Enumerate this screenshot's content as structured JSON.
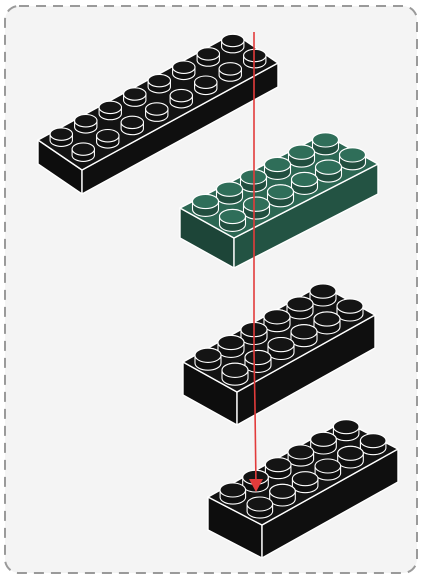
{
  "panel": {
    "background_color": "#f4f4f4",
    "border_color": "#9a9a9a",
    "border_style": "dashed"
  },
  "assembly_guide": {
    "color": "#e23b3b",
    "direction": "down",
    "arrowhead": "target-stud-of-bottom-brick"
  },
  "bricks": [
    {
      "id": "brick-1",
      "color_name": "black",
      "color": "#111111",
      "stud_grid": [
        2,
        8
      ],
      "step": 1
    },
    {
      "id": "brick-2",
      "color_name": "dark-green",
      "color": "#275c4a",
      "stud_grid": [
        2,
        6
      ],
      "step": 2
    },
    {
      "id": "brick-3",
      "color_name": "black",
      "color": "#111111",
      "stud_grid": [
        2,
        6
      ],
      "step": 3
    },
    {
      "id": "brick-4",
      "color_name": "black",
      "color": "#111111",
      "stud_grid": [
        2,
        6
      ],
      "step": 4
    }
  ]
}
